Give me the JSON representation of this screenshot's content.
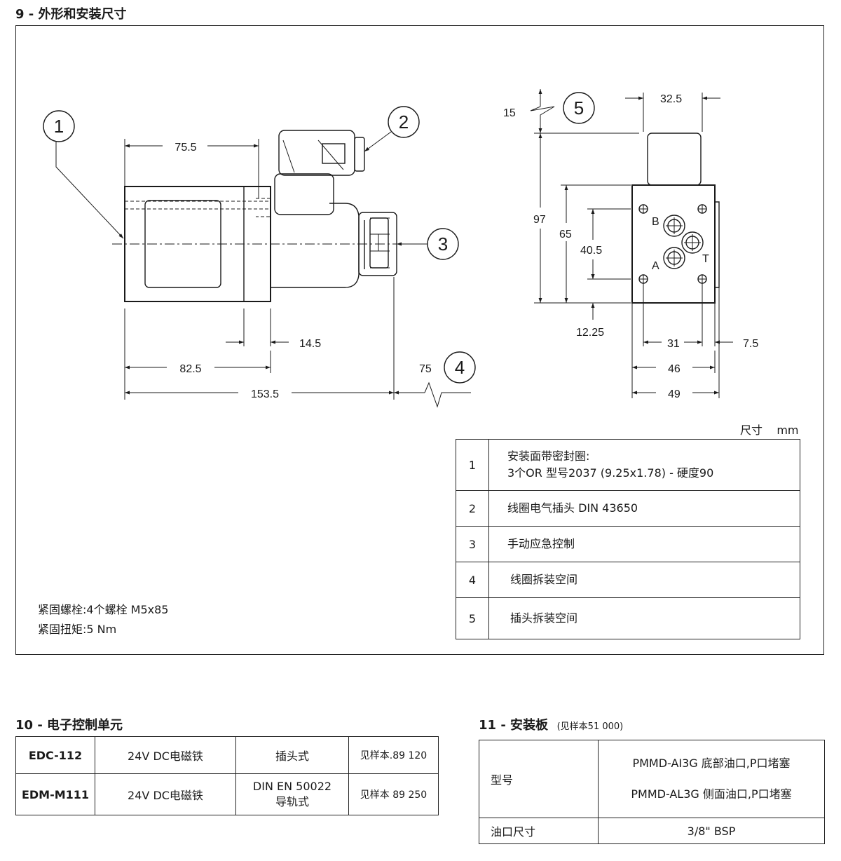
{
  "sec9": {
    "title": "9 - 外形和安装尺寸",
    "dims": {
      "d75_5": "75.5",
      "d14_5": "14.5",
      "d82_5": "82.5",
      "d153_5": "153.5",
      "d75": "75",
      "d15": "15",
      "d32_5": "32.5",
      "d97": "97",
      "d65": "65",
      "d40_5": "40.5",
      "d12_25": "12.25",
      "d31": "31",
      "d7_5": "7.5",
      "d46": "46",
      "d49": "49"
    },
    "ports": {
      "a": "A",
      "b": "B",
      "t": "T"
    },
    "balloons": [
      "1",
      "2",
      "3",
      "4",
      "5"
    ],
    "units": "尺寸    mm",
    "legend": [
      {
        "num": "1",
        "line1": "安装面带密封圈:",
        "line2": "3个OR 型号2037 (9.25x1.78) - 硬度90"
      },
      {
        "num": "2",
        "line1": "线圈电气插头 DIN 43650"
      },
      {
        "num": "3",
        "line1": "手动应急控制"
      },
      {
        "num": "4",
        "line1": "线圈拆装空间"
      },
      {
        "num": "5",
        "line1": "插头拆装空间"
      }
    ],
    "bolts": [
      "紧固螺栓:4个螺栓  M5x85",
      "紧固扭矩:5 Nm"
    ]
  },
  "sec10": {
    "title": "10 - 电子控制单元",
    "rows": [
      {
        "model": "EDC-112",
        "voltage": "24V DC电磁铁",
        "type1": "插头式",
        "type2": "",
        "ref": "见样本.89 120"
      },
      {
        "model": "EDM-M111",
        "voltage": "24V DC电磁铁",
        "type1": "DIN EN 50022",
        "type2": "导轨式",
        "ref": "见样本 89 250"
      }
    ]
  },
  "sec11": {
    "title": "11 - 安装板",
    "subtitle": "(见样本51 000)",
    "model_label": "型号",
    "models": [
      "PMMD-AI3G 底部油口,P口堵塞",
      "PMMD-AL3G 侧面油口,P口堵塞"
    ],
    "port_label": "油口尺寸",
    "port_value": "3/8\" BSP"
  }
}
